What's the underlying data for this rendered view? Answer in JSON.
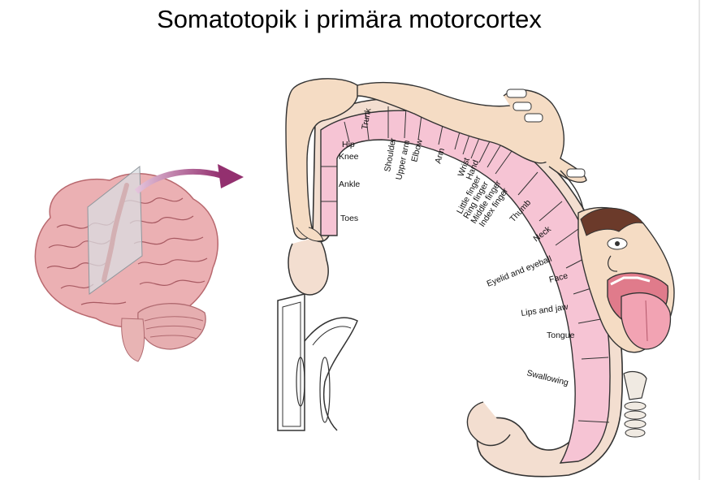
{
  "title": "Somatotopik i primära motorcortex",
  "labels": {
    "hip": "Hip",
    "trunk": "Trunk",
    "knee": "Knee",
    "ankle": "Ankle",
    "toes": "Toes",
    "shoulder": "Shoulder",
    "upper_arm": "Upper arm",
    "elbow": "Elbow",
    "arm": "Arm",
    "wrist": "Wrist",
    "hand": "Hand",
    "little_finger": "Little finger",
    "ring_finger": "Ring finger",
    "middle_finger": "Middle finger",
    "index_finger": "Index finger",
    "thumb": "Thumb",
    "neck": "Neck",
    "eyelid_eyeball": "Eyelid and eyeball",
    "face": "Face",
    "lips_jaw": "Lips and jaw",
    "tongue": "Tongue",
    "swallowing": "Swallowing"
  },
  "colors": {
    "cortex_band": "#f6c4d4",
    "homunculus_skin": "#f5dcc4",
    "outline": "#2b2b2b",
    "arrow": "#9a3a7a",
    "brain": "#e8a5a8"
  }
}
